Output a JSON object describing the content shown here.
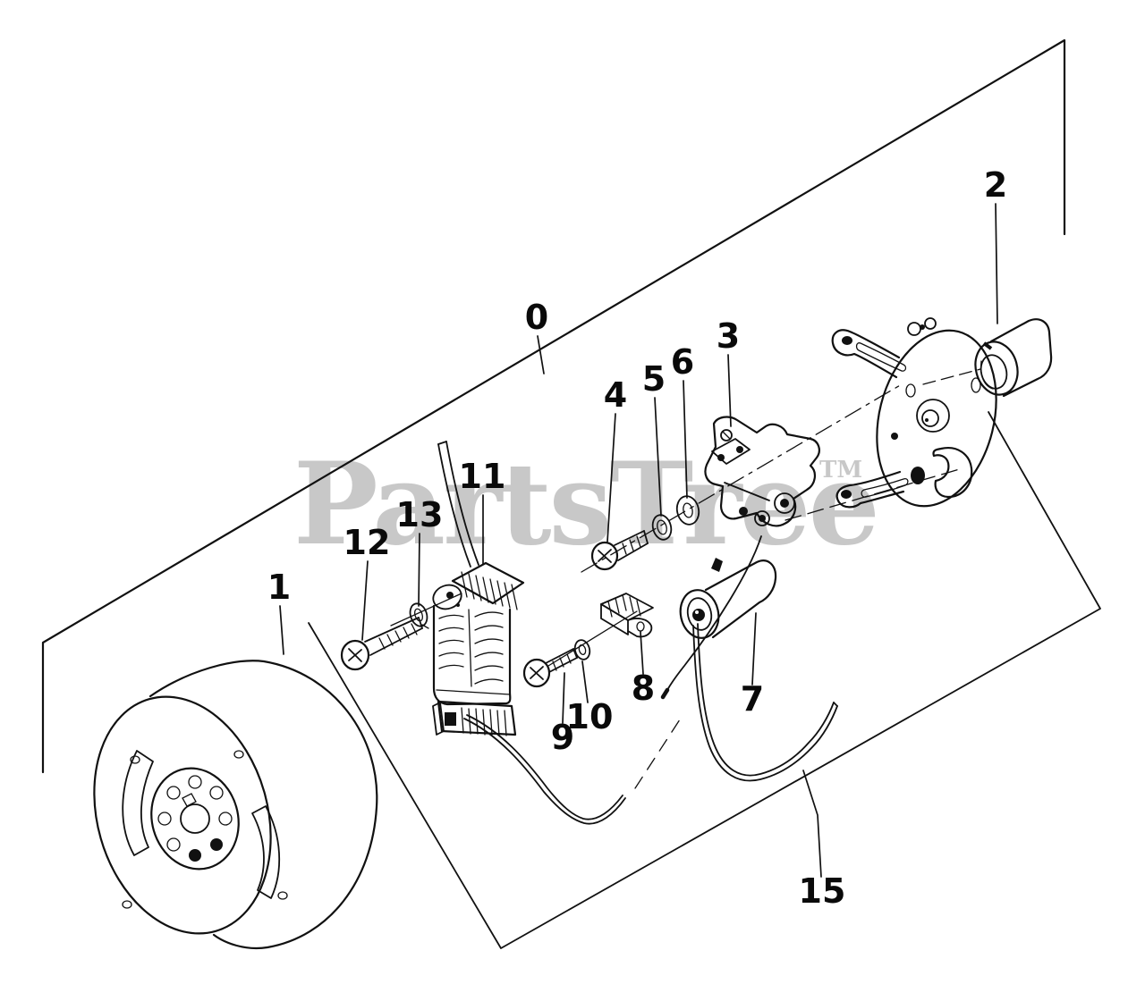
{
  "diagram": {
    "background_color": "#ffffff",
    "line_color": "#111111",
    "watermark": {
      "text": "PartsTree",
      "trademark": "TM",
      "color": "#c8c8c8"
    },
    "callouts": [
      {
        "label": "0"
      },
      {
        "label": "1"
      },
      {
        "label": "2"
      },
      {
        "label": "3"
      },
      {
        "label": "4"
      },
      {
        "label": "5"
      },
      {
        "label": "6"
      },
      {
        "label": "7"
      },
      {
        "label": "8"
      },
      {
        "label": "9"
      },
      {
        "label": "10"
      },
      {
        "label": "11"
      },
      {
        "label": "12"
      },
      {
        "label": "13"
      },
      {
        "label": "15"
      }
    ]
  }
}
